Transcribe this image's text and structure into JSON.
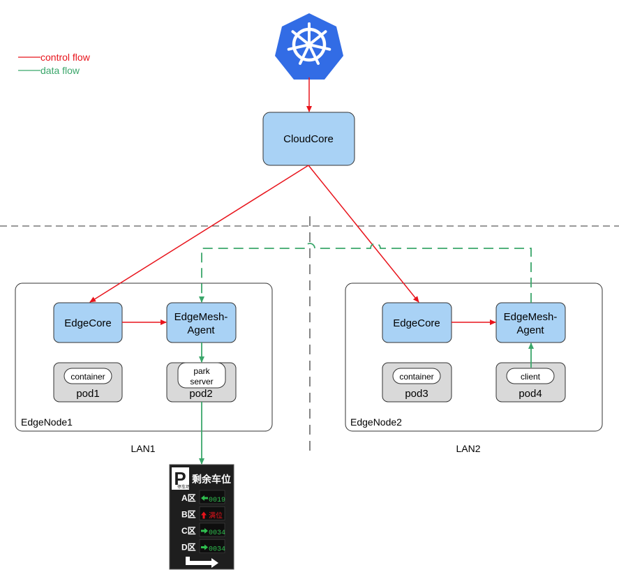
{
  "legend": {
    "control": "control flow",
    "data": "data flow"
  },
  "colors": {
    "control": "#e8141c",
    "data": "#3aa66a",
    "box_fill": "#a9d2f5",
    "pod_fill": "#d9d9d9",
    "k8s_blue": "#326ce5"
  },
  "cloudcore": "CloudCore",
  "node1": {
    "label": "EdgeNode1",
    "edgecore": "EdgeCore",
    "agent_line1": "EdgeMesh-",
    "agent_line2": "Agent",
    "pod1_inner": "container",
    "pod1_name": "pod1",
    "pod2_inner_line1": "park",
    "pod2_inner_line2": "server",
    "pod2_name": "pod2"
  },
  "node2": {
    "label": "EdgeNode2",
    "edgecore": "EdgeCore",
    "agent_line1": "EdgeMesh-",
    "agent_line2": "Agent",
    "pod3_inner": "container",
    "pod3_name": "pod3",
    "pod4_inner": "client",
    "pod4_name": "pod4"
  },
  "lan1": "LAN1",
  "lan2": "LAN2",
  "sign": {
    "logo_letter": "P",
    "logo_sub": "停车场",
    "title": "剩余车位",
    "rows": [
      {
        "zone": "A区",
        "value": "0019",
        "arrow": "left",
        "color": "#2fbf4f"
      },
      {
        "zone": "B区",
        "value": "满位",
        "arrow": "up",
        "color": "#e8141c"
      },
      {
        "zone": "C区",
        "value": "0034",
        "arrow": "right",
        "color": "#2fbf4f"
      },
      {
        "zone": "D区",
        "value": "0034",
        "arrow": "right",
        "color": "#2fbf4f"
      }
    ]
  }
}
